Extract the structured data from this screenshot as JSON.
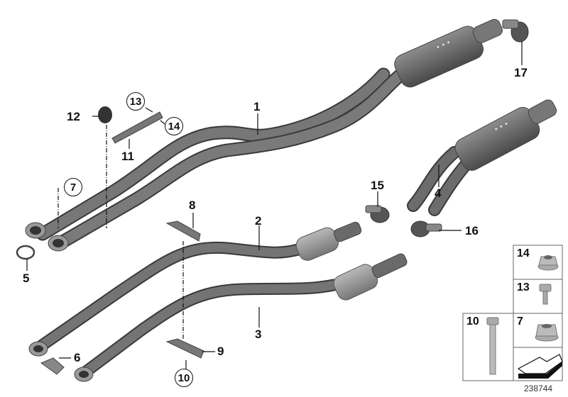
{
  "diagram": {
    "type": "exploded-parts-diagram",
    "subject": "Exhaust system",
    "document_id": "238744",
    "callouts": [
      {
        "id": "1",
        "label": "1",
        "circled": false,
        "part": "front pipes (dual)"
      },
      {
        "id": "2",
        "label": "2",
        "circled": false,
        "part": "catalytic converter pipe upper"
      },
      {
        "id": "3",
        "label": "3",
        "circled": false,
        "part": "catalytic converter pipe lower"
      },
      {
        "id": "4",
        "label": "4",
        "circled": false,
        "part": "rear muffler"
      },
      {
        "id": "5",
        "label": "5",
        "circled": false,
        "part": "gasket"
      },
      {
        "id": "6",
        "label": "6",
        "circled": false,
        "part": "bracket"
      },
      {
        "id": "7",
        "label": "7",
        "circled": true,
        "part": "flange nut"
      },
      {
        "id": "8",
        "label": "8",
        "circled": false,
        "part": "holder"
      },
      {
        "id": "9",
        "label": "9",
        "circled": false,
        "part": "holder"
      },
      {
        "id": "10",
        "label": "10",
        "circled": true,
        "part": "hex bolt"
      },
      {
        "id": "11",
        "label": "11",
        "circled": false,
        "part": "bracket"
      },
      {
        "id": "12",
        "label": "12",
        "circled": false,
        "part": "rubber mount"
      },
      {
        "id": "13",
        "label": "13",
        "circled": true,
        "part": "hex bolt"
      },
      {
        "id": "14",
        "label": "14",
        "circled": true,
        "part": "hex nut"
      },
      {
        "id": "15",
        "label": "15",
        "circled": false,
        "part": "clamp"
      },
      {
        "id": "16",
        "label": "16",
        "circled": false,
        "part": "clamp"
      },
      {
        "id": "17",
        "label": "17",
        "circled": false,
        "part": "clamp"
      }
    ],
    "legend": [
      {
        "num": "14",
        "icon": "flange-nut-icon"
      },
      {
        "num": "13",
        "icon": "short-bolt-icon"
      },
      {
        "num": "10",
        "icon": "long-bolt-icon"
      },
      {
        "num": "7",
        "icon": "flange-nut-icon"
      },
      {
        "num": "",
        "icon": "arrow-icon"
      }
    ]
  }
}
